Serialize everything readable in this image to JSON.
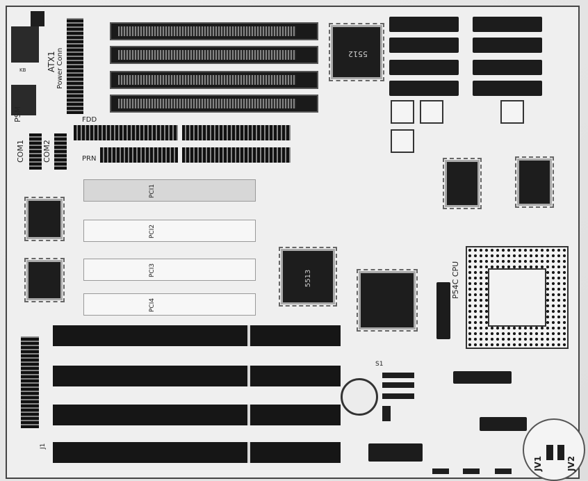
{
  "board": {
    "labels": {
      "kb": "KB",
      "atx1": "ATX1",
      "power_conn": "Power Conn",
      "psm": "PSM",
      "com1": "COM1",
      "com2": "COM2",
      "fdd": "FDD",
      "prn": "PRN",
      "pci1": "PCI1",
      "pci2": "PCI2",
      "pci3": "PCI3",
      "pci4": "PCI4",
      "chip_5512": "5512",
      "chip_5513": "5513",
      "p54c_cpu": "P54C CPU",
      "jv1": "JV1",
      "jv2": "JV2",
      "s1": "S1",
      "j1": "J1"
    },
    "colors": {
      "board_bg": "#efefef",
      "component": "#1e1e1e",
      "outline": "#444444"
    }
  }
}
